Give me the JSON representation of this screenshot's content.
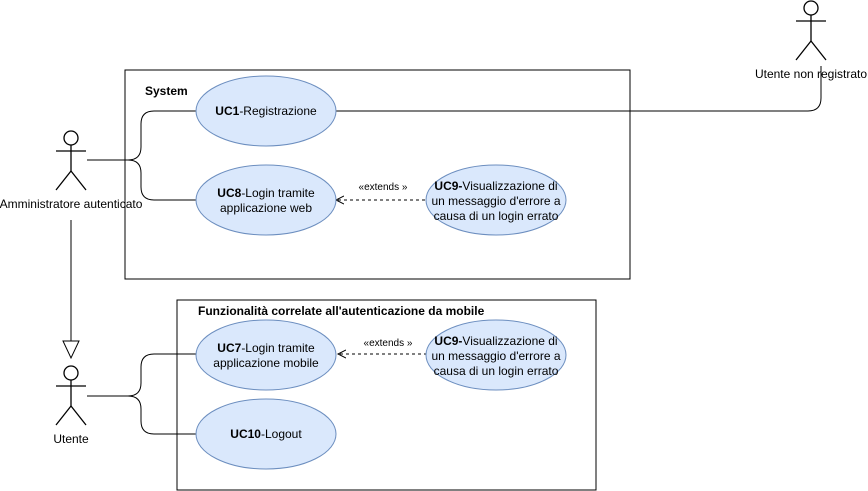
{
  "diagram": {
    "system_box": {
      "title": "System"
    },
    "mobile_box": {
      "title": "Funzionalità correlate all'autenticazione da mobile"
    },
    "actors": {
      "admin": "Amministratore autenticato",
      "unregistered": "Utente non registrato",
      "user": "Utente"
    },
    "use_cases": {
      "uc1": {
        "id": "UC1",
        "text": "-Registrazione"
      },
      "uc8": {
        "id": "UC8",
        "text1": "-Login tramite",
        "text2": "applicazione web"
      },
      "uc9a": {
        "id": "UC9-",
        "text1": "Visualizzazione di",
        "text2": "un messaggio d'errore a",
        "text3": "causa di un login errato"
      },
      "uc7": {
        "id": "UC7",
        "text1": "-Login tramite",
        "text2": "applicazione mobile"
      },
      "uc9b": {
        "id": "UC9-",
        "text1": "Visualizzazione di",
        "text2": "un messaggio d'errore a",
        "text3": "causa di un login errato"
      },
      "uc10": {
        "id": "UC10",
        "text": "-Logout"
      }
    },
    "relations": {
      "extends_top": "«extends »",
      "extends_bottom": "«extends »"
    },
    "colors": {
      "use_case_fill": "#dae8fc",
      "use_case_stroke": "#6c8ebf"
    }
  }
}
